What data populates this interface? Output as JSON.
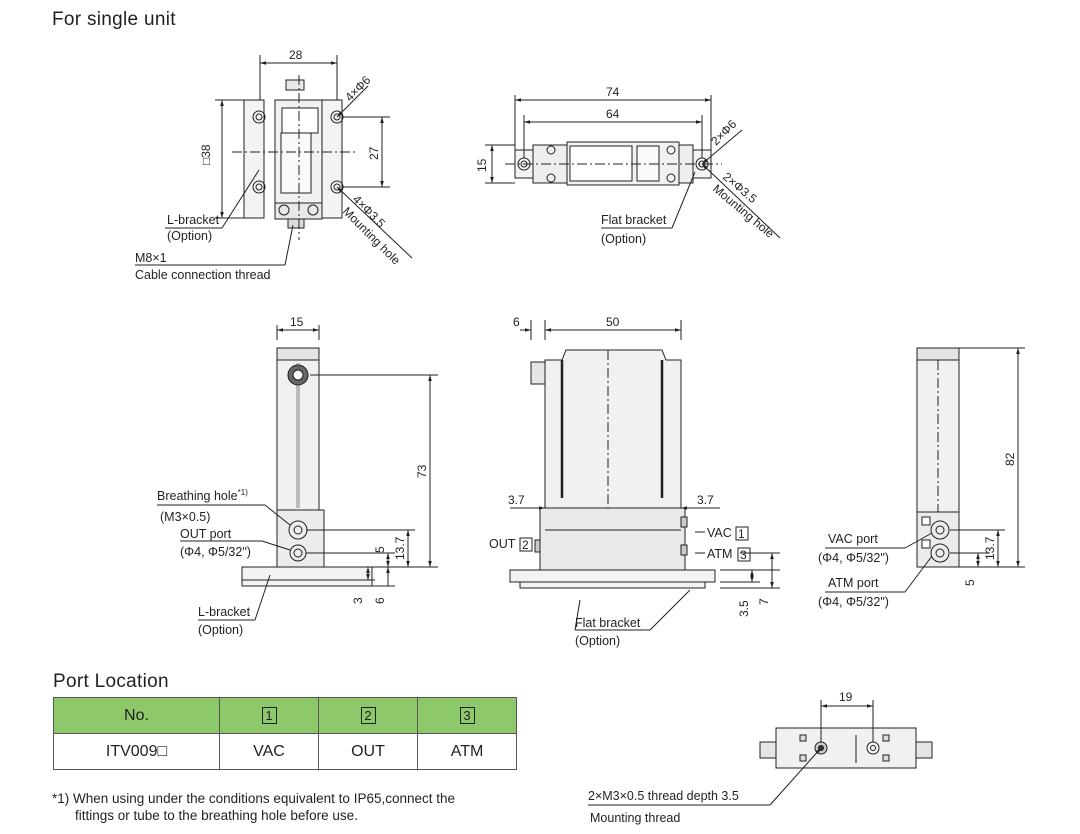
{
  "title": "For single unit",
  "port_location_title": "Port Location",
  "top_left": {
    "dims": {
      "width": "28",
      "square": "□38",
      "pitch": "27",
      "holes_a": "4×Φ6",
      "holes_b": "4×Φ3.5",
      "holes_b_sub": "Mounting hole"
    },
    "l_bracket": "L-bracket",
    "option": "(Option)",
    "m8": "M8×1",
    "cable": "Cable connection thread"
  },
  "top_right": {
    "dims": {
      "overall": "74",
      "pitch": "64",
      "height": "15",
      "holes_a": "2×Φ6",
      "holes_b": "2×Φ3.5",
      "holes_b_sub": "Mounting hole"
    },
    "flat_bracket": "Flat bracket",
    "option": "(Option)"
  },
  "mid_left": {
    "dims": {
      "width": "15",
      "height": "73",
      "d5": "5",
      "d13_7": "13.7",
      "d3": "3",
      "d6": "6"
    },
    "breathing": "Breathing hole",
    "breathing_note": "*1)",
    "m3": "(M3×0.5)",
    "out_port": "OUT port",
    "out_size": "(Φ4, Φ5/32\")",
    "l_bracket": "L-bracket",
    "option": "(Option)"
  },
  "mid_center": {
    "dims": {
      "d6": "6",
      "d50": "50",
      "d3_7a": "3.7",
      "d3_7b": "3.7",
      "d3_5": "3.5",
      "d7": "7"
    },
    "vac": "VAC",
    "vac_no": "1",
    "atm": "ATM",
    "atm_no": "3",
    "out": "OUT",
    "out_no": "2",
    "flat_bracket": "Flat bracket",
    "option": "(Option)"
  },
  "mid_right": {
    "dims": {
      "height": "82",
      "d13_7": "13.7",
      "d5": "5"
    },
    "vac_port": "VAC port",
    "vac_size": "(Φ4, Φ5/32\")",
    "atm_port": "ATM port",
    "atm_size": "(Φ4, Φ5/32\")"
  },
  "bottom_right": {
    "dims": {
      "d19": "19"
    },
    "thread": "2×M3×0.5 thread depth 3.5",
    "mounting_thread": "Mounting thread"
  },
  "port_table": {
    "headers": [
      "No.",
      "1",
      "2",
      "3"
    ],
    "row": [
      "ITV009□",
      "VAC",
      "OUT",
      "ATM"
    ]
  },
  "footnote_line1": "*1) When using under the conditions equivalent to IP65,connect the",
  "footnote_line2": "fittings or tube to the breathing hole before use."
}
